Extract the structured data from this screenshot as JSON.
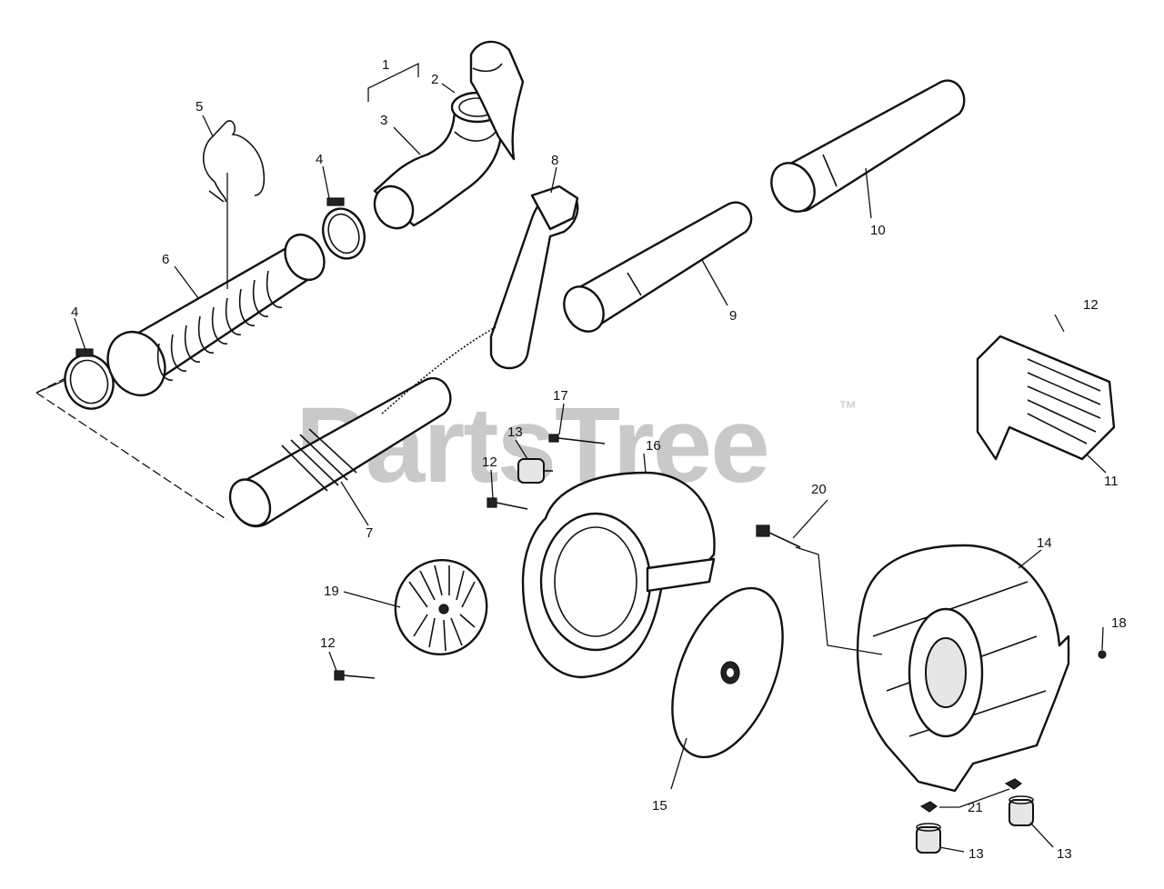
{
  "watermark": {
    "text": "PartsTree",
    "mark": "™"
  },
  "callouts": [
    {
      "id": "c1",
      "text": "1"
    },
    {
      "id": "c2",
      "text": "2"
    },
    {
      "id": "c3",
      "text": "3"
    },
    {
      "id": "c4a",
      "text": "4"
    },
    {
      "id": "c4b",
      "text": "4"
    },
    {
      "id": "c5",
      "text": "5"
    },
    {
      "id": "c6",
      "text": "6"
    },
    {
      "id": "c7",
      "text": "7"
    },
    {
      "id": "c8",
      "text": "8"
    },
    {
      "id": "c9",
      "text": "9"
    },
    {
      "id": "c10",
      "text": "10"
    },
    {
      "id": "c11",
      "text": "11"
    },
    {
      "id": "c12a",
      "text": "12"
    },
    {
      "id": "c12b",
      "text": "12"
    },
    {
      "id": "c12c",
      "text": "12"
    },
    {
      "id": "c13a",
      "text": "13"
    },
    {
      "id": "c13b",
      "text": "13"
    },
    {
      "id": "c13c",
      "text": "13"
    },
    {
      "id": "c14",
      "text": "14"
    },
    {
      "id": "c15",
      "text": "15"
    },
    {
      "id": "c16",
      "text": "16"
    },
    {
      "id": "c17",
      "text": "17"
    },
    {
      "id": "c18",
      "text": "18"
    },
    {
      "id": "c19",
      "text": "19"
    },
    {
      "id": "c20",
      "text": "20"
    },
    {
      "id": "c21",
      "text": "21"
    }
  ]
}
